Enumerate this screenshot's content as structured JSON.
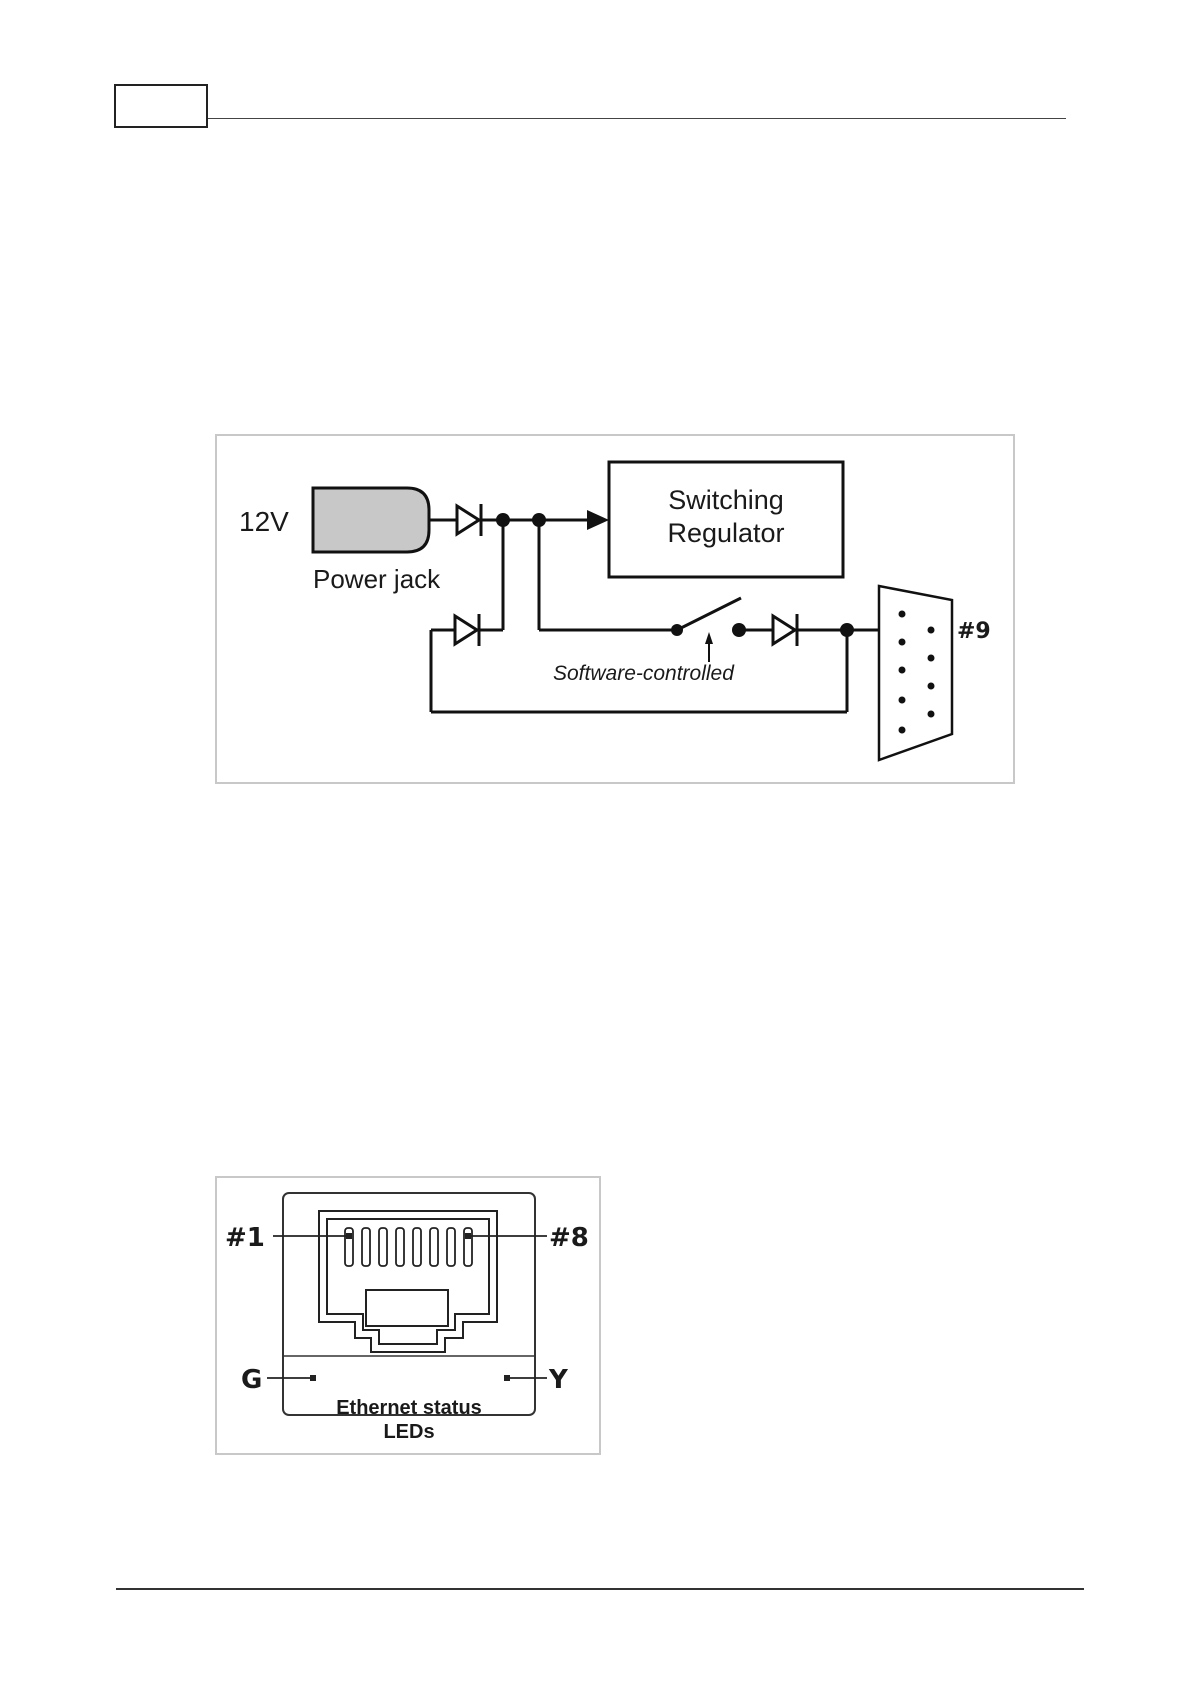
{
  "power_diagram": {
    "voltage_label": "12V",
    "jack_label": "Power jack",
    "regulator_line1": "Switching",
    "regulator_line2": "Regulator",
    "switch_label": "Software-controlled",
    "pin_label": "#9",
    "jack_fill_color": "#c8c8c8"
  },
  "rj45_diagram": {
    "pin_first_label": "#1",
    "pin_last_label": "#8",
    "led_green_label": "G",
    "led_yellow_label": "Y",
    "caption_line1": "Ethernet status",
    "caption_line2": "LEDs"
  }
}
